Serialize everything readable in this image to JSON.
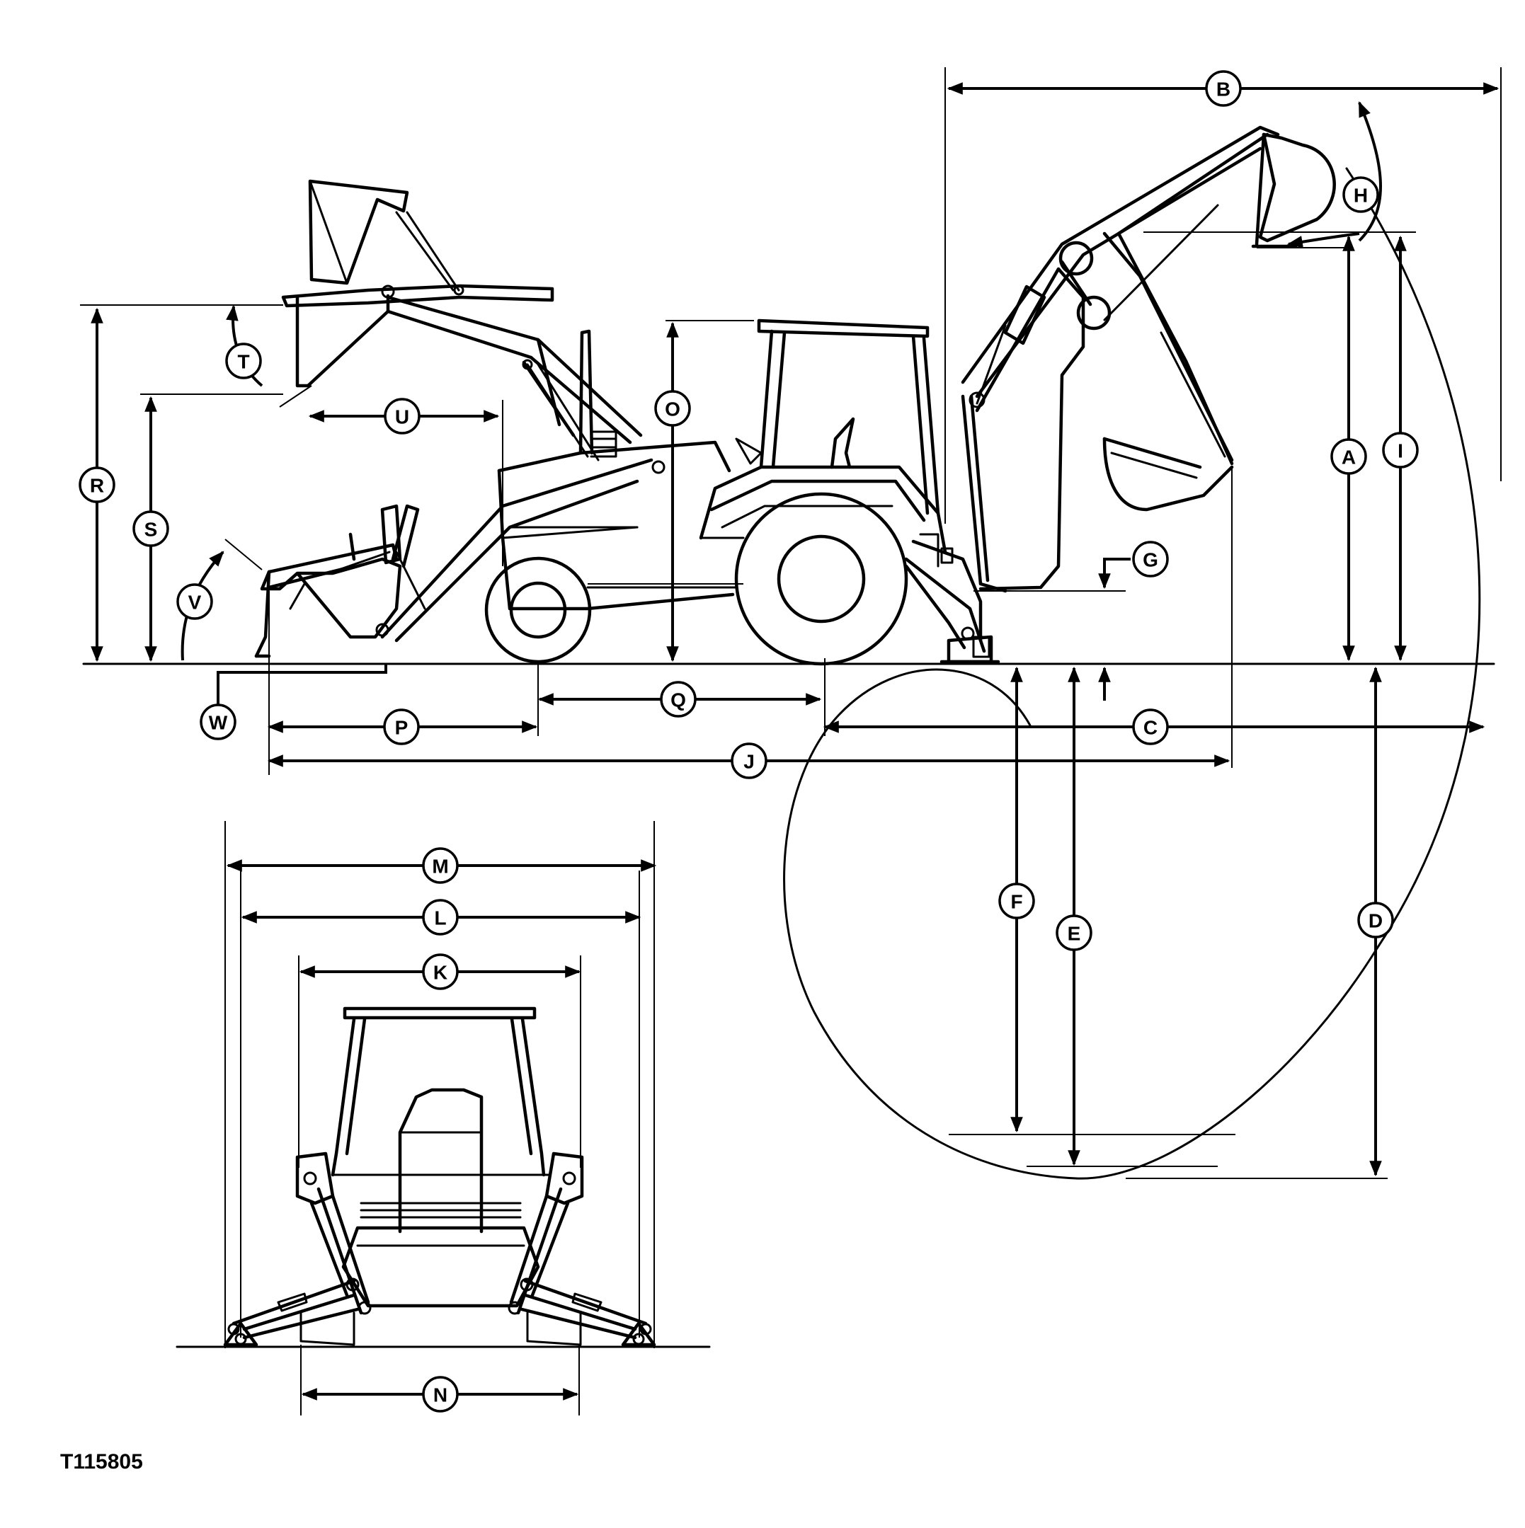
{
  "figure_id": "T115805",
  "labels": {
    "A": "A",
    "B": "B",
    "C": "C",
    "D": "D",
    "E": "E",
    "F": "F",
    "G": "G",
    "H": "H",
    "I": "I",
    "J": "J",
    "K": "K",
    "L": "L",
    "M": "M",
    "N": "N",
    "O": "O",
    "P": "P",
    "Q": "Q",
    "R": "R",
    "S": "S",
    "T": "T",
    "U": "U",
    "V": "V",
    "W": "W"
  },
  "colors": {
    "line": "#000000",
    "background": "#ffffff"
  }
}
